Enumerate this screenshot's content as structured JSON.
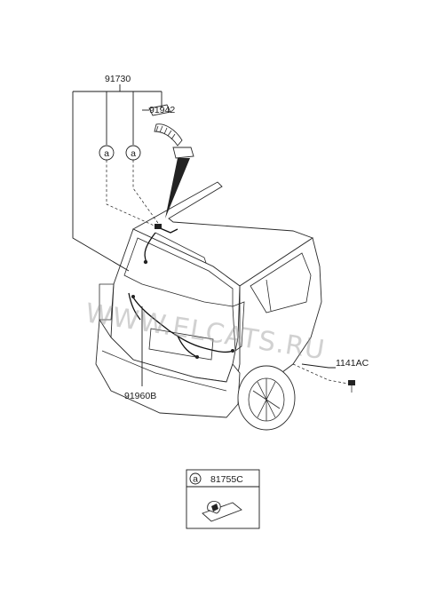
{
  "labels": {
    "main_harness": "91730",
    "grommet": "91942",
    "bolt": "1141AC",
    "tailgate_harness": "91960B"
  },
  "callouts": {
    "marker_a": "a"
  },
  "legend": {
    "marker": "a",
    "part": "81755C"
  },
  "watermark": "WWW.ELCATS.RU"
}
